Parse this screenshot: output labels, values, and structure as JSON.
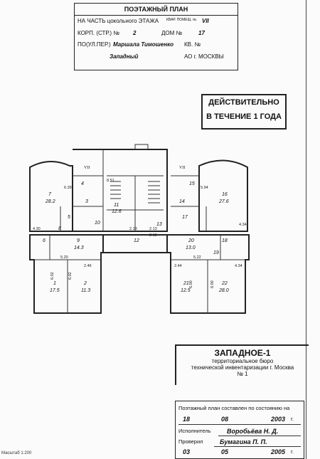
{
  "header": {
    "title": "ПОЭТАЖНЫЙ ПЛАН",
    "floor_label": "НА ЧАСТЬ цокольного ЭТАЖА",
    "premise_label": "КВАР. ПОМЕЩ. №",
    "premise_value": "VII",
    "korp_label": "КОРП. (СТР.) №",
    "korp_value": "2",
    "dom_label": "ДОМ №",
    "dom_value": "17",
    "street_label": "ПО(УЛ.ПЕР.)",
    "street_value": "Маршала Тимошенко",
    "kv_label": "КВ. №",
    "district_value": "Западный",
    "district_label": "АО г. МОСКВЫ"
  },
  "stamp": {
    "line1": "ДЕЙСТВИТЕЛЬНО",
    "line2": "В ТЕЧЕНИЕ 1 ГОДА"
  },
  "plan": {
    "rooms": [
      {
        "id": "7",
        "area": "28.2"
      },
      {
        "id": "16",
        "area": "27.6"
      },
      {
        "id": "11",
        "area": "12.6"
      },
      {
        "id": "9",
        "area": "14.3"
      },
      {
        "id": "20",
        "area": "13.0"
      },
      {
        "id": "1",
        "area": "17.5"
      },
      {
        "id": "2",
        "area": "11.3"
      },
      {
        "id": "21",
        "area": "12.5"
      },
      {
        "id": "22",
        "area": "28.0"
      },
      {
        "id": "12",
        "area": ""
      },
      {
        "id": "3",
        "area": ""
      },
      {
        "id": "14",
        "area": ""
      },
      {
        "id": "13",
        "area": ""
      },
      {
        "id": "15",
        "area": ""
      },
      {
        "id": "6",
        "area": ""
      },
      {
        "id": "4",
        "area": ""
      },
      {
        "id": "5",
        "area": ""
      },
      {
        "id": "10",
        "area": ""
      },
      {
        "id": "8",
        "area": ""
      },
      {
        "id": "17",
        "area": ""
      },
      {
        "id": "18",
        "area": ""
      },
      {
        "id": "19",
        "area": ""
      }
    ],
    "dims": [
      "6.39",
      "5.94",
      "8.51",
      "4.30",
      "4.34",
      "5.20",
      "5.22",
      "2.46",
      "2.44",
      "4.34",
      "2.13",
      "2.13",
      "2.18",
      "6.02",
      "6.02",
      "6.00",
      "6.00"
    ],
    "sections": [
      "VII",
      "VII"
    ]
  },
  "bureau": {
    "line1": "ЗАПАДНОЕ-1",
    "line2": "территориальное бюро",
    "line3": "технической инвентаризации г. Москва",
    "line4": "№ 1"
  },
  "status": {
    "composed_label": "Поэтажный план составлен по состоянию на",
    "date1_day": "18",
    "date1_month": "08",
    "date1_year": "2003",
    "year_suffix": "г.",
    "executor_label": "Исполнитель",
    "executor_value": "Воробьёва Н. Д.",
    "checked_label": "Проверил",
    "checked_value": "Бумагина П. П.",
    "date2_day": "03",
    "date2_month": "05",
    "date2_year": "2005"
  },
  "scale": "Масштаб 1:200"
}
